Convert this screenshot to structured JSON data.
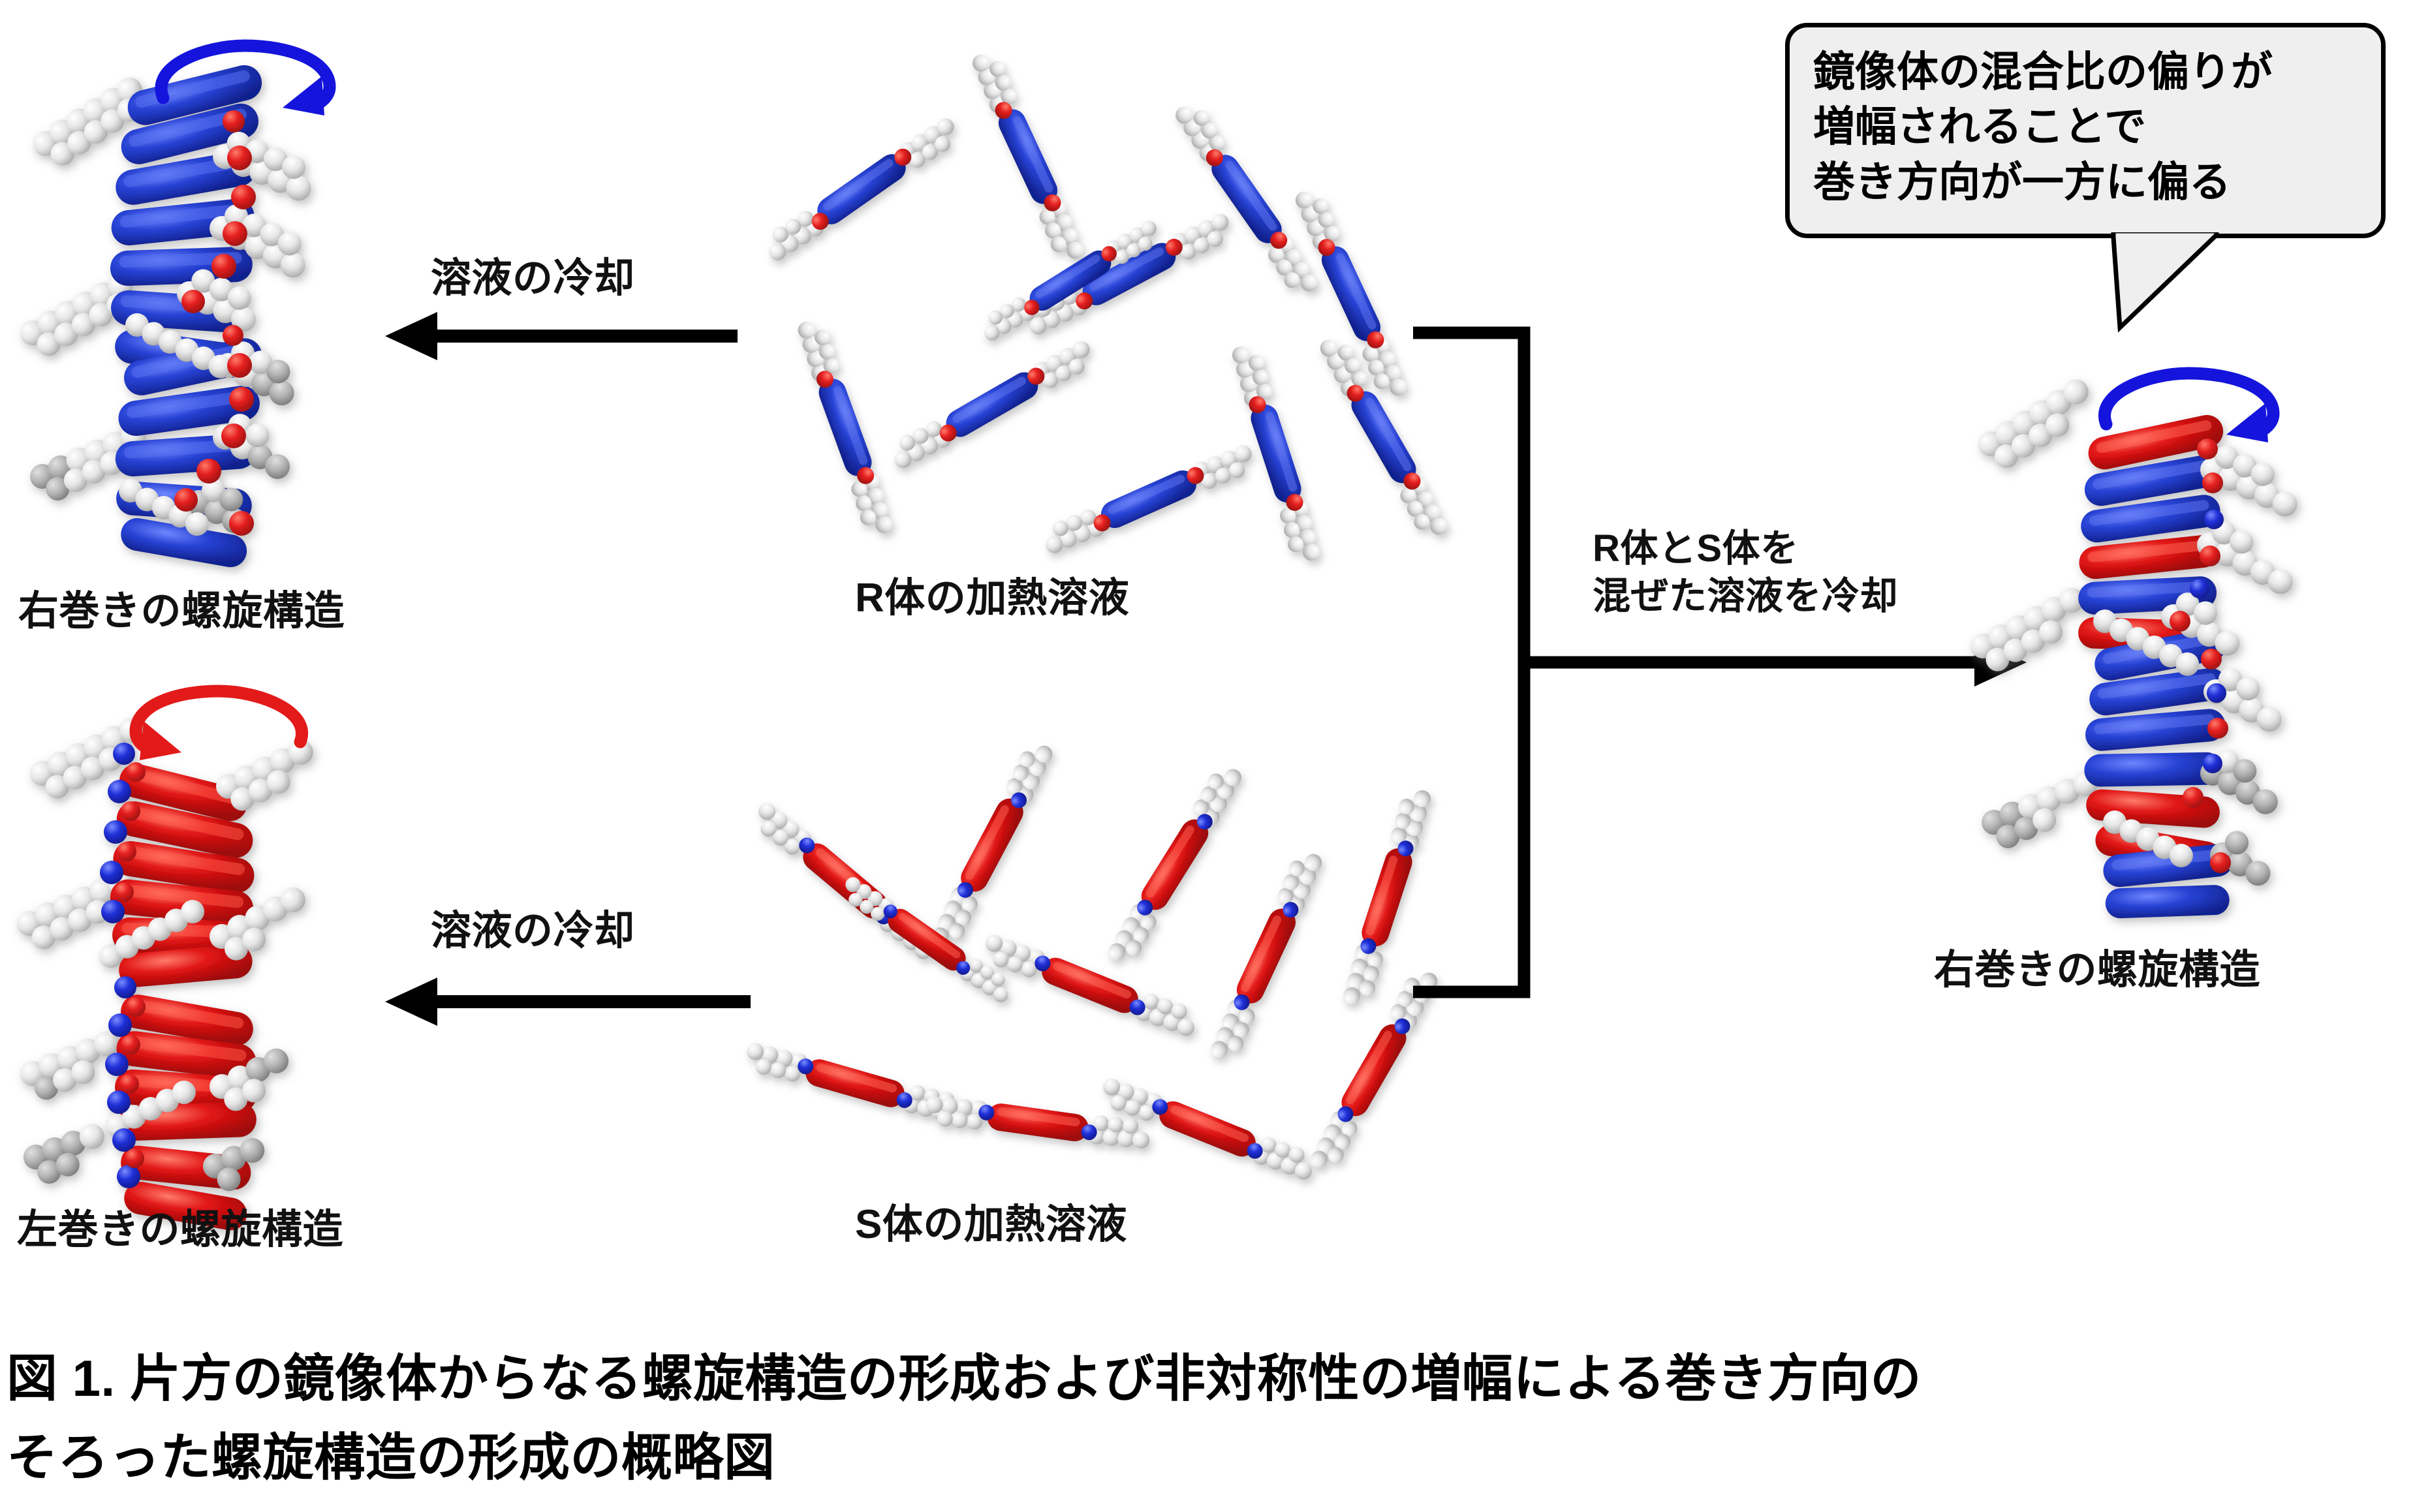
{
  "figure": {
    "caption_line1": "図 1. 片方の鏡像体からなる螺旋構造の形成および非対称性の増幅による巻き方向の",
    "caption_line2": "そろった螺旋構造の形成の概略図",
    "caption_full": "図 1. 片方の鏡像体からなる螺旋構造の形成および非対称性の増幅による巻き方向のそろった螺旋構造の形成の概略図"
  },
  "callout": {
    "text": "鏡像体の混合比の偏りが\n増幅されることで\n巻き方向が一方に偏る",
    "fill": "#efefef",
    "stroke": "#000000"
  },
  "labels": {
    "helix_right_top": "右巻きの螺旋構造",
    "helix_left_bottom": "左巻きの螺旋構造",
    "solution_R": "R体の加熱溶液",
    "solution_S": "S体の加熱溶液",
    "helix_right_mixed": "右巻きの螺旋構造"
  },
  "arrows": {
    "cool_top": "溶液の冷却",
    "cool_bottom": "溶液の冷却",
    "mix_line1": "R体とS体を",
    "mix_line2": "混ぜた溶液を冷却",
    "mix_full": "R体とS体を\n混ぜた溶液を冷却"
  },
  "spin": {
    "top_left_color": "#1414dc",
    "bottom_left_color": "#e31a1a",
    "right_color": "#1414dc",
    "top_left_direction": "clockwise-right-handed",
    "bottom_left_direction": "counterclockwise-left-handed",
    "right_direction": "clockwise-right-handed"
  },
  "colors": {
    "blue_core": "#1f3fd0",
    "blue_core_dark": "#1028a8",
    "red_core": "#e01010",
    "red_core_dark": "#b00808",
    "white_chain": "#f2f2f2",
    "gray_chain": "#b8b8b8",
    "oxygen_red": "#e52020",
    "nitrogen_blue": "#2030d8",
    "arrow_black": "#000000",
    "background": "#ffffff"
  },
  "structures": {
    "top_left_helix": {
      "handedness": "right-handed",
      "core_color": "blue",
      "label": "右巻きの螺旋構造"
    },
    "bottom_left_helix": {
      "handedness": "left-handed",
      "core_color": "red",
      "label": "左巻きの螺旋構造"
    },
    "right_helix": {
      "handedness": "right-handed",
      "core_color": "blue-and-red mixed",
      "label": "右巻きの螺旋構造"
    },
    "R_solution": {
      "molecule_count": 11,
      "core_color": "blue",
      "label": "R体の加熱溶液"
    },
    "S_solution": {
      "molecule_count": 11,
      "core_color": "red",
      "label": "S体の加熱溶液"
    }
  }
}
